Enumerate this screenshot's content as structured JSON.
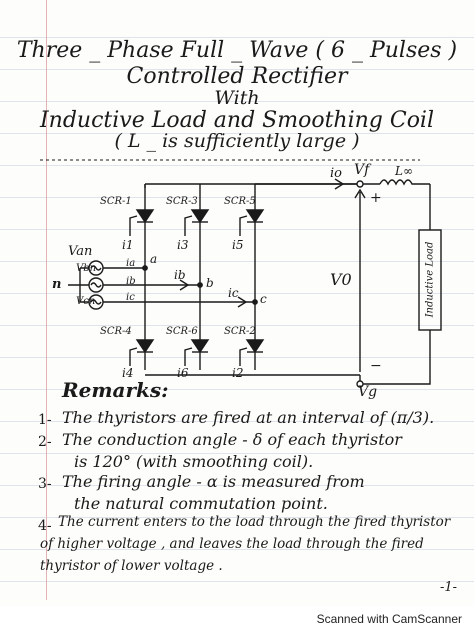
{
  "title": {
    "line1": "Three _ Phase Full _ Wave ( 6 _ Pulses )",
    "line2": "Controlled Rectifier",
    "line3": "With",
    "line4": "Inductive Load and Smoothing Coil",
    "line5": "( L _ is sufficiently large )"
  },
  "circuit": {
    "scr_labels": [
      "SCR-1",
      "SCR-3",
      "SCR-5",
      "SCR-4",
      "SCR-6",
      "SCR-2"
    ],
    "gate_labels": [
      "i1",
      "i3",
      "i5",
      "i4",
      "i6",
      "i2"
    ],
    "source_labels": [
      "Van",
      "Vbn",
      "Vcn"
    ],
    "neutral_label": "n",
    "phase_currents": [
      "ia",
      "ib",
      "ic"
    ],
    "phase_nodes": [
      "a",
      "b",
      "c"
    ],
    "line_currents": [
      "ib",
      "ic"
    ],
    "output_current": "io",
    "vf_label": "Vf",
    "vg_label": "Vg",
    "inductor_label": "L∞",
    "vo_label": "V0",
    "plus": "+",
    "minus": "−",
    "load_label": "Inductive Load"
  },
  "remarks": {
    "heading": "Remarks:",
    "items": [
      {
        "num": "1-",
        "lines": [
          "The thyristors are fired at an interval of (π/3)."
        ]
      },
      {
        "num": "2-",
        "lines": [
          "The conduction angle - δ of each thyristor",
          "is 120° (with smoothing coil)."
        ]
      },
      {
        "num": "3-",
        "lines": [
          "The firing angle - α is measured from",
          "the natural commutation point."
        ]
      },
      {
        "num": "4-",
        "lines": [
          "The current enters to the load through the fired thyristor",
          "of higher voltage , and leaves the load through the fired",
          "thyristor of lower voltage ."
        ]
      }
    ]
  },
  "page_number": "-1-",
  "watermark": "Scanned with CamScanner"
}
